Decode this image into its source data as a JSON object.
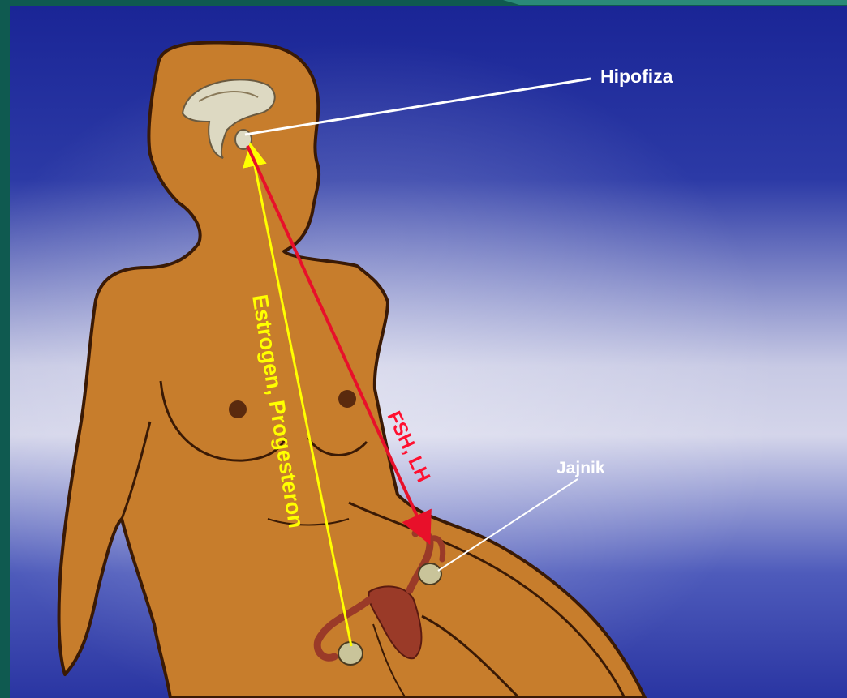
{
  "labels": {
    "pituitary": "Hipofiza",
    "ovary": "Jajnik",
    "hormones_up": "Estrogen, Progesteron",
    "hormones_down": "FSH, LH"
  },
  "colors": {
    "frame": "#0f5a50",
    "background_top": "#1c2a9e",
    "background_mid": "#c9cbe6",
    "skin": "#c77d2c",
    "outline": "#3a1a05",
    "arrow_up": "#ffff00",
    "arrow_down": "#e8102a",
    "pointer": "#ffffff",
    "uterus": "#9a3a28",
    "ovary_fill": "#c9c49a"
  }
}
